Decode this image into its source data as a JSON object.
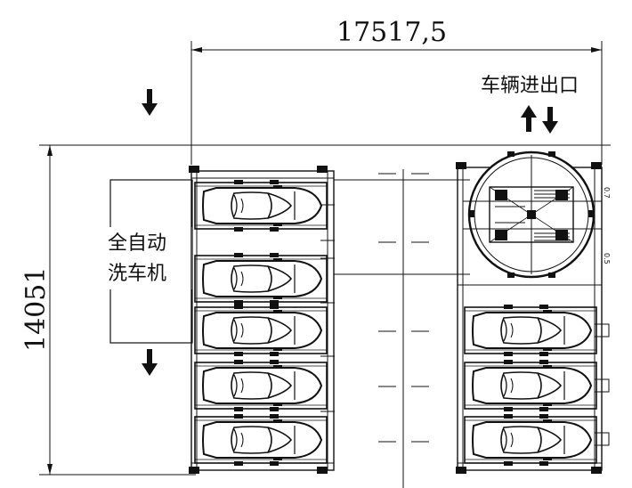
{
  "dimensions": {
    "width_label": "17517,5",
    "height_label": "14051"
  },
  "labels": {
    "entrance": "车辆进出口",
    "car_wash_line1": "全自动",
    "car_wash_line2": "洗车机",
    "small_mark_1": "0.7",
    "small_mark_2": "0.5"
  },
  "icons": {
    "arrow_down": "down-arrow-icon",
    "arrow_up_down": "up-down-arrows-icon",
    "car": "car-icon",
    "turntable": "turntable-icon"
  },
  "colors": {
    "line": "#111111",
    "background": "#ffffff"
  }
}
